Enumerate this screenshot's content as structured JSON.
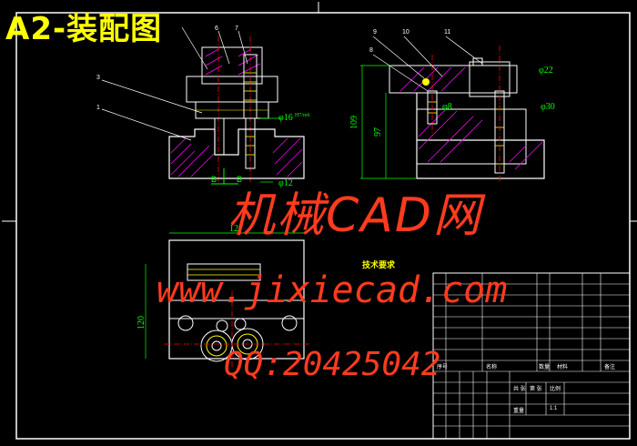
{
  "title": "A2-装配图",
  "watermark": {
    "line1": "机械CAD网",
    "line2": "www.jixiecad.com",
    "line3": "QQ:20425042"
  },
  "dimensions": {
    "d127": "127",
    "d120": "120",
    "d109": "109",
    "d97": "97",
    "phi16": "φ16",
    "phi12": "φ12",
    "phi22": "φ22",
    "phi30": "φ30",
    "phi8": "φ8",
    "fit_h7m6": "H7/m6"
  },
  "part_labels": [
    "6",
    "7",
    "3",
    "1",
    "9",
    "10",
    "11",
    "8"
  ],
  "section_labels": [
    "B",
    "B"
  ],
  "requirements": {
    "title": "技术要求"
  },
  "title_block": {
    "cells": [
      "序号",
      "名称",
      "数量",
      "材料",
      "备注",
      "共 张",
      "第 张",
      "比例",
      "重量",
      "1:1"
    ]
  },
  "colors": {
    "background": "#000000",
    "outline": "#ffffff",
    "drawing": "#00ff00",
    "hatch": "#ff00ff",
    "yellow": "#ffff00",
    "red": "#ff0000",
    "watermark": "#ff3b1f"
  }
}
